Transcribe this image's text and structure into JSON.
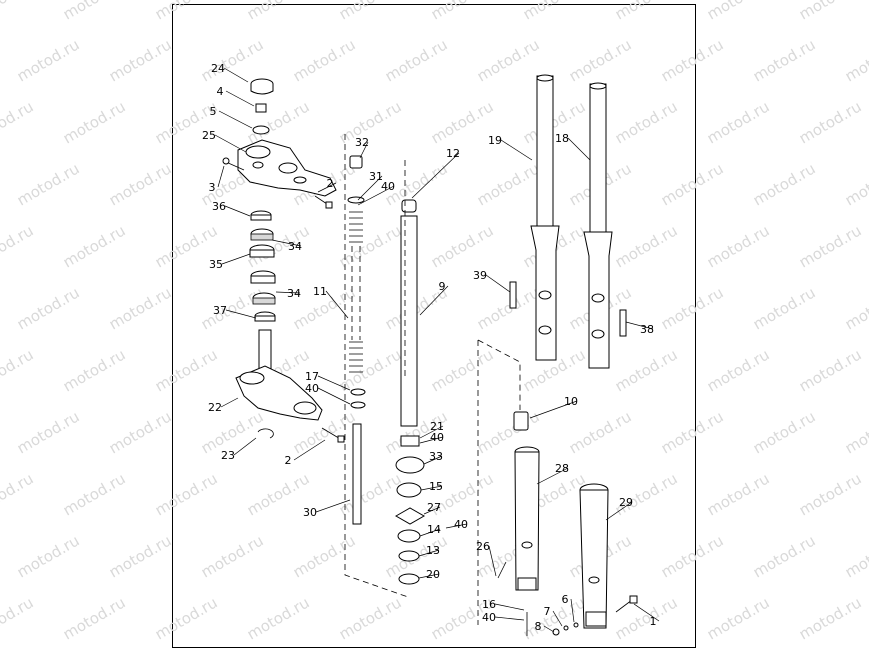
{
  "watermark": {
    "text": "motod.ru"
  },
  "callouts": [
    {
      "id": "c24",
      "text": "24"
    },
    {
      "id": "c4",
      "text": "4"
    },
    {
      "id": "c5",
      "text": "5"
    },
    {
      "id": "c25",
      "text": "25"
    },
    {
      "id": "c3",
      "text": "3"
    },
    {
      "id": "c2a",
      "text": "2"
    },
    {
      "id": "c32",
      "text": "32"
    },
    {
      "id": "c31",
      "text": "31"
    },
    {
      "id": "c40a",
      "text": "40"
    },
    {
      "id": "c12",
      "text": "12"
    },
    {
      "id": "c19",
      "text": "19"
    },
    {
      "id": "c18",
      "text": "18"
    },
    {
      "id": "c36",
      "text": "36"
    },
    {
      "id": "c34a",
      "text": "34"
    },
    {
      "id": "c35",
      "text": "35"
    },
    {
      "id": "c34b",
      "text": "34"
    },
    {
      "id": "c11",
      "text": "11"
    },
    {
      "id": "c9",
      "text": "9"
    },
    {
      "id": "c39",
      "text": "39"
    },
    {
      "id": "c38",
      "text": "38"
    },
    {
      "id": "c37",
      "text": "37"
    },
    {
      "id": "c17",
      "text": "17"
    },
    {
      "id": "c40b",
      "text": "40"
    },
    {
      "id": "c22",
      "text": "22"
    },
    {
      "id": "c10",
      "text": "10"
    },
    {
      "id": "c21",
      "text": "21"
    },
    {
      "id": "c40c",
      "text": "40"
    },
    {
      "id": "c23",
      "text": "23"
    },
    {
      "id": "c2b",
      "text": "2"
    },
    {
      "id": "c33",
      "text": "33"
    },
    {
      "id": "c28",
      "text": "28"
    },
    {
      "id": "c15",
      "text": "15"
    },
    {
      "id": "c29",
      "text": "29"
    },
    {
      "id": "c27",
      "text": "27"
    },
    {
      "id": "c30",
      "text": "30"
    },
    {
      "id": "c40d",
      "text": "40"
    },
    {
      "id": "c14",
      "text": "14"
    },
    {
      "id": "c26",
      "text": "26"
    },
    {
      "id": "c13",
      "text": "13"
    },
    {
      "id": "c20",
      "text": "20"
    },
    {
      "id": "c16",
      "text": "16"
    },
    {
      "id": "c40e",
      "text": "40"
    },
    {
      "id": "c7",
      "text": "7"
    },
    {
      "id": "c6",
      "text": "6"
    },
    {
      "id": "c8",
      "text": "8"
    },
    {
      "id": "c1",
      "text": "1"
    }
  ]
}
